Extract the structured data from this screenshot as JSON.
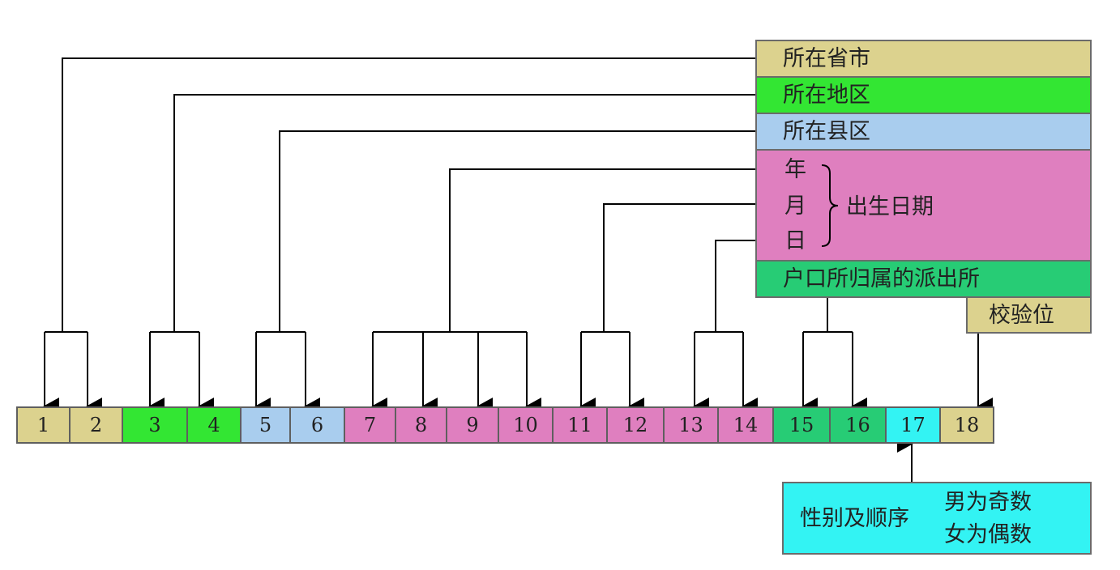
{
  "labels": {
    "province": "所在省市",
    "prefecture": "所在地区",
    "county": "所在县区",
    "year": "年",
    "month": "月",
    "day": "日",
    "birth_date": "出生日期",
    "police_station": "户口所归属的派出所",
    "check_digit": "校验位",
    "gender_sequence": "性别及顺序",
    "male_odd": "男为奇数",
    "female_even": "女为偶数"
  },
  "digits": [
    "1",
    "2",
    "3",
    "4",
    "5",
    "6",
    "7",
    "8",
    "9",
    "10",
    "11",
    "12",
    "13",
    "14",
    "15",
    "16",
    "17",
    "18"
  ],
  "colors": {
    "province": "#dcd28e",
    "prefecture": "#33e633",
    "county": "#a9cdee",
    "birth": "#df7fbf",
    "police": "#27cc75",
    "check": "#dcd28e",
    "gender": "#33f3f3"
  }
}
